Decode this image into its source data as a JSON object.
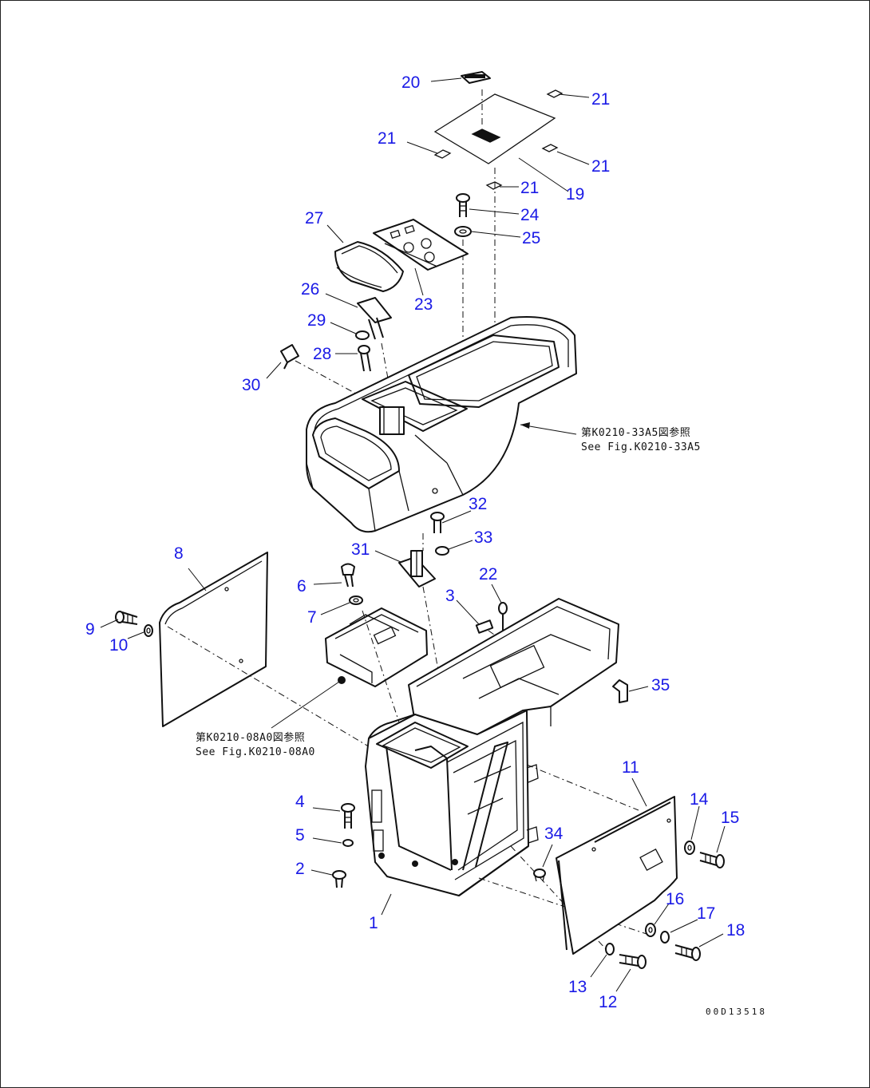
{
  "callouts": [
    {
      "id": "1",
      "text": "1"
    },
    {
      "id": "2",
      "text": "2"
    },
    {
      "id": "3",
      "text": "3"
    },
    {
      "id": "4",
      "text": "4"
    },
    {
      "id": "5",
      "text": "5"
    },
    {
      "id": "6",
      "text": "6"
    },
    {
      "id": "7",
      "text": "7"
    },
    {
      "id": "8",
      "text": "8"
    },
    {
      "id": "9",
      "text": "9"
    },
    {
      "id": "10",
      "text": "10"
    },
    {
      "id": "11",
      "text": "11"
    },
    {
      "id": "12",
      "text": "12"
    },
    {
      "id": "13",
      "text": "13"
    },
    {
      "id": "14",
      "text": "14"
    },
    {
      "id": "15",
      "text": "15"
    },
    {
      "id": "16",
      "text": "16"
    },
    {
      "id": "17",
      "text": "17"
    },
    {
      "id": "18",
      "text": "18"
    },
    {
      "id": "19",
      "text": "19"
    },
    {
      "id": "20",
      "text": "20"
    },
    {
      "id": "21a",
      "text": "21"
    },
    {
      "id": "21b",
      "text": "21"
    },
    {
      "id": "21c",
      "text": "21"
    },
    {
      "id": "21d",
      "text": "21"
    },
    {
      "id": "22",
      "text": "22"
    },
    {
      "id": "23",
      "text": "23"
    },
    {
      "id": "24",
      "text": "24"
    },
    {
      "id": "25",
      "text": "25"
    },
    {
      "id": "26",
      "text": "26"
    },
    {
      "id": "27",
      "text": "27"
    },
    {
      "id": "28",
      "text": "28"
    },
    {
      "id": "29",
      "text": "29"
    },
    {
      "id": "30",
      "text": "30"
    },
    {
      "id": "31",
      "text": "31"
    },
    {
      "id": "32",
      "text": "32"
    },
    {
      "id": "33",
      "text": "33"
    },
    {
      "id": "34",
      "text": "34"
    },
    {
      "id": "35",
      "text": "35"
    }
  ],
  "references": {
    "upper": {
      "jp": "第K0210-33A5図参照",
      "en": "See Fig.K0210-33A5"
    },
    "lower": {
      "jp": "第K0210-08A0図参照",
      "en": "See Fig.K0210-08A0"
    }
  },
  "drawing_code": "00D13518"
}
